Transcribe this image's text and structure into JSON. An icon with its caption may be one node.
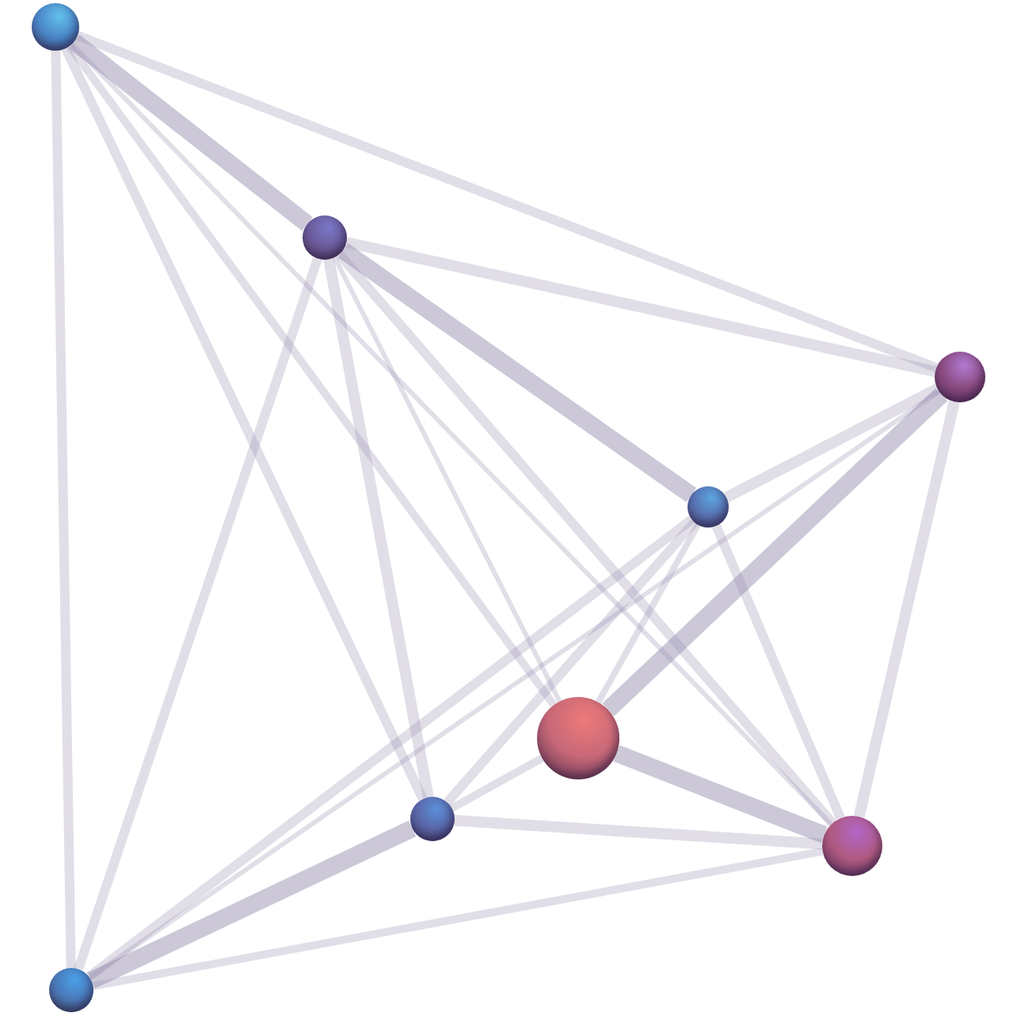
{
  "diagram": {
    "nodes": [
      {
        "text": [],
        "shape": "sphere"
      },
      {
        "text": [],
        "shape": "sphere"
      },
      {
        "text": [],
        "shape": "sphere"
      },
      {
        "text": [],
        "shape": "sphere"
      },
      {
        "text": [],
        "shape": "sphere"
      },
      {
        "text": [],
        "shape": "sphere"
      },
      {
        "text": [],
        "shape": "sphere"
      },
      {
        "text": [],
        "shape": "sphere"
      }
    ],
    "edges": [
      {
        "from": 0,
        "to": 1,
        "arrow": "none",
        "style": "thick"
      },
      {
        "from": 0,
        "to": 2,
        "arrow": "none"
      },
      {
        "from": 0,
        "to": 4,
        "arrow": "none"
      },
      {
        "from": 0,
        "to": 5,
        "arrow": "none"
      },
      {
        "from": 0,
        "to": 6,
        "arrow": "none"
      },
      {
        "from": 0,
        "to": 7,
        "arrow": "none"
      },
      {
        "from": 1,
        "to": 2,
        "arrow": "none"
      },
      {
        "from": 1,
        "to": 3,
        "arrow": "none",
        "style": "thick"
      },
      {
        "from": 1,
        "to": 4,
        "arrow": "none"
      },
      {
        "from": 1,
        "to": 5,
        "arrow": "none"
      },
      {
        "from": 1,
        "to": 6,
        "arrow": "none"
      },
      {
        "from": 1,
        "to": 7,
        "arrow": "none"
      },
      {
        "from": 2,
        "to": 3,
        "arrow": "none"
      },
      {
        "from": 2,
        "to": 4,
        "arrow": "none",
        "style": "thick"
      },
      {
        "from": 2,
        "to": 6,
        "arrow": "none"
      },
      {
        "from": 2,
        "to": 7,
        "arrow": "none"
      },
      {
        "from": 3,
        "to": 4,
        "arrow": "none"
      },
      {
        "from": 3,
        "to": 5,
        "arrow": "none"
      },
      {
        "from": 3,
        "to": 6,
        "arrow": "none"
      },
      {
        "from": 3,
        "to": 7,
        "arrow": "none"
      },
      {
        "from": 4,
        "to": 5,
        "arrow": "none"
      },
      {
        "from": 4,
        "to": 6,
        "arrow": "none",
        "style": "thick"
      },
      {
        "from": 5,
        "to": 6,
        "arrow": "none"
      },
      {
        "from": 5,
        "to": 7,
        "arrow": "none",
        "style": "thick"
      },
      {
        "from": 6,
        "to": 7,
        "arrow": "none"
      }
    ]
  }
}
